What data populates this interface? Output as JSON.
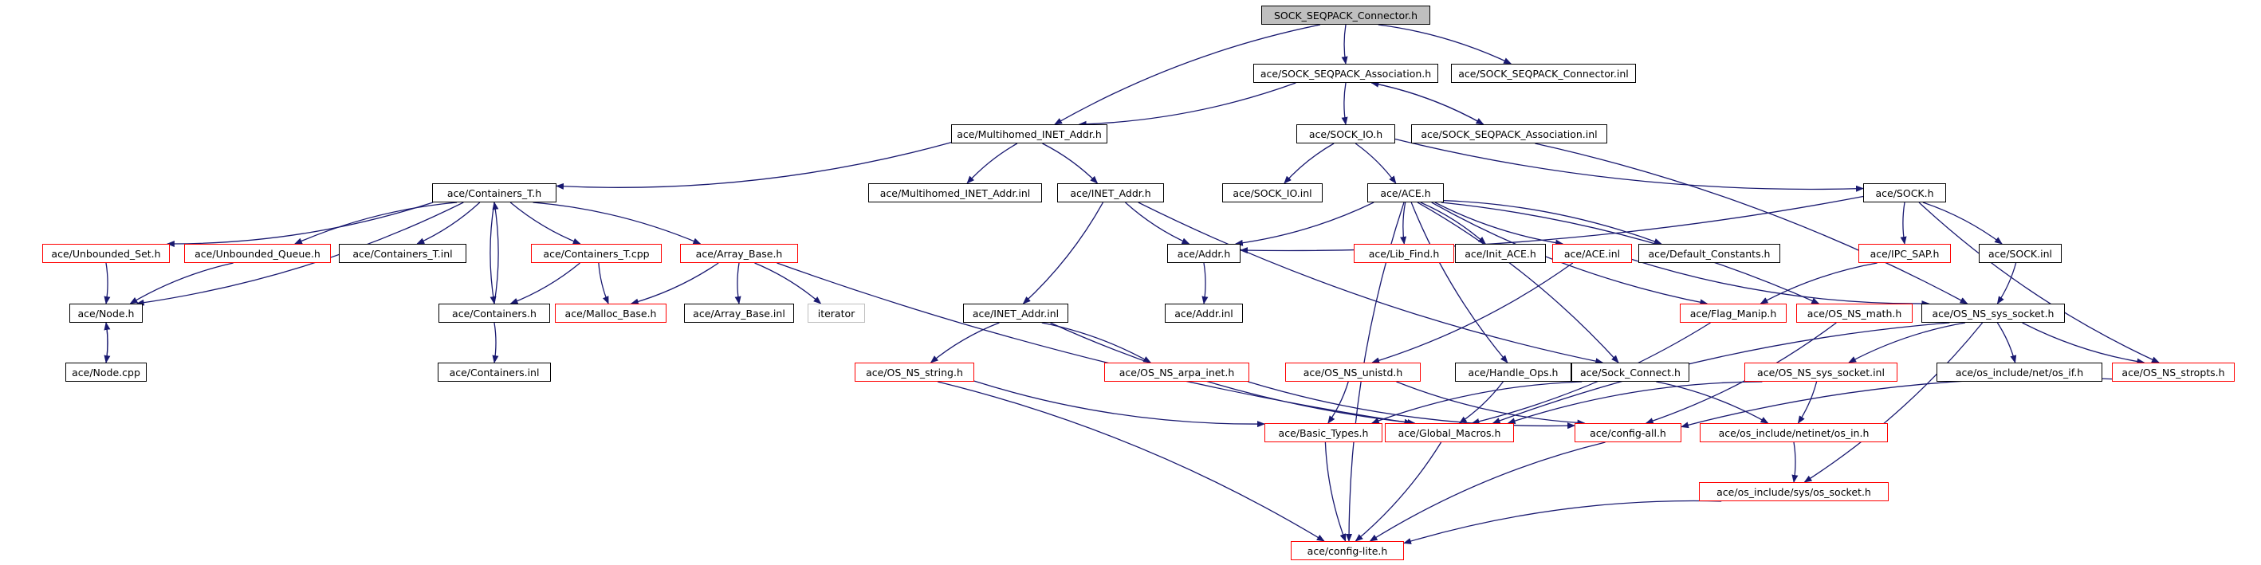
{
  "colors": {
    "background": "#ffffff",
    "edge": "#191970",
    "border_default": "#000000",
    "border_incomplete": "#ff0000",
    "border_external": "#bfbfbf",
    "root_fill": "#bfbfbf"
  },
  "graph": {
    "root": "SOCK_SEQPACK_Connector.h",
    "nodes": [
      {
        "id": "root",
        "label": "SOCK_SEQPACK_Connector.h",
        "style": "root"
      },
      {
        "id": "assoc_h",
        "label": "ace/SOCK_SEQPACK_Association.h",
        "style": "black"
      },
      {
        "id": "conn_inl",
        "label": "ace/SOCK_SEQPACK_Connector.inl",
        "style": "black"
      },
      {
        "id": "mh_inet_h",
        "label": "ace/Multihomed_INET_Addr.h",
        "style": "black"
      },
      {
        "id": "sock_io_h",
        "label": "ace/SOCK_IO.h",
        "style": "black"
      },
      {
        "id": "assoc_inl",
        "label": "ace/SOCK_SEQPACK_Association.inl",
        "style": "black"
      },
      {
        "id": "cont_t_h",
        "label": "ace/Containers_T.h",
        "style": "black"
      },
      {
        "id": "mh_inet_inl",
        "label": "ace/Multihomed_INET_Addr.inl",
        "style": "black"
      },
      {
        "id": "inet_h",
        "label": "ace/INET_Addr.h",
        "style": "black"
      },
      {
        "id": "sock_io_inl",
        "label": "ace/SOCK_IO.inl",
        "style": "black"
      },
      {
        "id": "ace_h",
        "label": "ace/ACE.h",
        "style": "black"
      },
      {
        "id": "sock_h",
        "label": "ace/SOCK.h",
        "style": "black"
      },
      {
        "id": "unb_set",
        "label": "ace/Unbounded_Set.h",
        "style": "red"
      },
      {
        "id": "unb_queue",
        "label": "ace/Unbounded_Queue.h",
        "style": "red"
      },
      {
        "id": "cont_t_inl",
        "label": "ace/Containers_T.inl",
        "style": "black"
      },
      {
        "id": "cont_t_cpp",
        "label": "ace/Containers_T.cpp",
        "style": "red"
      },
      {
        "id": "array_base_h",
        "label": "ace/Array_Base.h",
        "style": "red"
      },
      {
        "id": "addr_h",
        "label": "ace/Addr.h",
        "style": "black"
      },
      {
        "id": "lib_find",
        "label": "ace/Lib_Find.h",
        "style": "red"
      },
      {
        "id": "init_ace",
        "label": "ace/Init_ACE.h",
        "style": "black"
      },
      {
        "id": "ace_inl",
        "label": "ace/ACE.inl",
        "style": "red"
      },
      {
        "id": "def_const",
        "label": "ace/Default_Constants.h",
        "style": "black"
      },
      {
        "id": "ipc_sap",
        "label": "ace/IPC_SAP.h",
        "style": "red"
      },
      {
        "id": "sock_inl",
        "label": "ace/SOCK.inl",
        "style": "black"
      },
      {
        "id": "node_h",
        "label": "ace/Node.h",
        "style": "black"
      },
      {
        "id": "containers_h",
        "label": "ace/Containers.h",
        "style": "black"
      },
      {
        "id": "malloc_base",
        "label": "ace/Malloc_Base.h",
        "style": "red"
      },
      {
        "id": "array_base_inl",
        "label": "ace/Array_Base.inl",
        "style": "black"
      },
      {
        "id": "iterator",
        "label": "iterator",
        "style": "gray"
      },
      {
        "id": "addr_inl",
        "label": "ace/Addr.inl",
        "style": "black"
      },
      {
        "id": "inet_inl",
        "label": "ace/INET_Addr.inl",
        "style": "black"
      },
      {
        "id": "flag_manip",
        "label": "ace/Flag_Manip.h",
        "style": "red"
      },
      {
        "id": "os_math",
        "label": "ace/OS_NS_math.h",
        "style": "red"
      },
      {
        "id": "os_sys_socket",
        "label": "ace/OS_NS_sys_socket.h",
        "style": "black"
      },
      {
        "id": "node_cpp",
        "label": "ace/Node.cpp",
        "style": "black"
      },
      {
        "id": "containers_inl",
        "label": "ace/Containers.inl",
        "style": "black"
      },
      {
        "id": "os_string",
        "label": "ace/OS_NS_string.h",
        "style": "red"
      },
      {
        "id": "os_arpa",
        "label": "ace/OS_NS_arpa_inet.h",
        "style": "red"
      },
      {
        "id": "os_unistd",
        "label": "ace/OS_NS_unistd.h",
        "style": "red"
      },
      {
        "id": "handle_ops",
        "label": "ace/Handle_Ops.h",
        "style": "black"
      },
      {
        "id": "sock_connect",
        "label": "ace/Sock_Connect.h",
        "style": "black"
      },
      {
        "id": "os_sys_socket_inl",
        "label": "ace/OS_NS_sys_socket.inl",
        "style": "red"
      },
      {
        "id": "os_if",
        "label": "ace/os_include/net/os_if.h",
        "style": "black"
      },
      {
        "id": "os_stropts",
        "label": "ace/OS_NS_stropts.h",
        "style": "red"
      },
      {
        "id": "basic_types",
        "label": "ace/Basic_Types.h",
        "style": "red"
      },
      {
        "id": "global_macros",
        "label": "ace/Global_Macros.h",
        "style": "red"
      },
      {
        "id": "config_all",
        "label": "ace/config-all.h",
        "style": "red"
      },
      {
        "id": "os_in",
        "label": "ace/os_include/netinet/os_in.h",
        "style": "red"
      },
      {
        "id": "os_socket",
        "label": "ace/os_include/sys/os_socket.h",
        "style": "red"
      },
      {
        "id": "config_lite",
        "label": "ace/config-lite.h",
        "style": "red"
      }
    ],
    "edges": [
      [
        "root",
        "assoc_h"
      ],
      [
        "root",
        "conn_inl"
      ],
      [
        "root",
        "mh_inet_h"
      ],
      [
        "assoc_h",
        "mh_inet_h"
      ],
      [
        "assoc_h",
        "sock_io_h"
      ],
      [
        "assoc_h",
        "assoc_inl"
      ],
      [
        "assoc_inl",
        "assoc_h"
      ],
      [
        "mh_inet_h",
        "cont_t_h"
      ],
      [
        "mh_inet_h",
        "mh_inet_inl"
      ],
      [
        "mh_inet_h",
        "inet_h"
      ],
      [
        "sock_io_h",
        "sock_io_inl"
      ],
      [
        "sock_io_h",
        "ace_h"
      ],
      [
        "sock_io_h",
        "sock_h"
      ],
      [
        "cont_t_h",
        "unb_set"
      ],
      [
        "cont_t_h",
        "unb_queue"
      ],
      [
        "cont_t_h",
        "cont_t_inl"
      ],
      [
        "cont_t_h",
        "cont_t_cpp"
      ],
      [
        "cont_t_h",
        "array_base_h"
      ],
      [
        "cont_t_h",
        "containers_h"
      ],
      [
        "cont_t_h",
        "node_h"
      ],
      [
        "containers_h",
        "cont_t_h"
      ],
      [
        "unb_set",
        "node_h"
      ],
      [
        "unb_queue",
        "node_h"
      ],
      [
        "node_h",
        "node_cpp"
      ],
      [
        "node_cpp",
        "node_h"
      ],
      [
        "cont_t_cpp",
        "containers_h"
      ],
      [
        "cont_t_cpp",
        "malloc_base"
      ],
      [
        "array_base_h",
        "malloc_base"
      ],
      [
        "array_base_h",
        "array_base_inl"
      ],
      [
        "array_base_h",
        "iterator"
      ],
      [
        "array_base_h",
        "global_macros"
      ],
      [
        "containers_h",
        "containers_inl"
      ],
      [
        "inet_h",
        "addr_h"
      ],
      [
        "inet_h",
        "inet_inl"
      ],
      [
        "inet_h",
        "sock_connect"
      ],
      [
        "addr_h",
        "addr_inl"
      ],
      [
        "inet_inl",
        "os_string"
      ],
      [
        "inet_inl",
        "os_arpa"
      ],
      [
        "inet_inl",
        "global_macros"
      ],
      [
        "ace_h",
        "addr_h"
      ],
      [
        "ace_h",
        "lib_find"
      ],
      [
        "ace_h",
        "init_ace"
      ],
      [
        "ace_h",
        "ace_inl"
      ],
      [
        "ace_h",
        "def_const"
      ],
      [
        "ace_h",
        "flag_manip"
      ],
      [
        "ace_h",
        "os_math"
      ],
      [
        "ace_h",
        "handle_ops"
      ],
      [
        "ace_h",
        "sock_connect"
      ],
      [
        "ace_h",
        "config_lite"
      ],
      [
        "ace_inl",
        "os_unistd"
      ],
      [
        "ace_inl",
        "os_sys_socket"
      ],
      [
        "sock_h",
        "addr_h"
      ],
      [
        "sock_h",
        "ipc_sap"
      ],
      [
        "sock_h",
        "sock_inl"
      ],
      [
        "sock_h",
        "os_stropts"
      ],
      [
        "assoc_inl",
        "os_sys_socket"
      ],
      [
        "ipc_sap",
        "flag_manip"
      ],
      [
        "sock_inl",
        "os_sys_socket"
      ],
      [
        "os_sys_socket",
        "os_sys_socket_inl"
      ],
      [
        "os_sys_socket",
        "os_if"
      ],
      [
        "os_sys_socket",
        "os_stropts"
      ],
      [
        "os_sys_socket",
        "os_socket"
      ],
      [
        "os_sys_socket",
        "global_macros"
      ],
      [
        "os_sys_socket_inl",
        "os_in"
      ],
      [
        "os_sys_socket_inl",
        "global_macros"
      ],
      [
        "os_math",
        "config_all"
      ],
      [
        "os_stropts",
        "config_all"
      ],
      [
        "flag_manip",
        "global_macros"
      ],
      [
        "os_string",
        "basic_types"
      ],
      [
        "os_string",
        "config_lite"
      ],
      [
        "os_arpa",
        "config_all"
      ],
      [
        "os_unistd",
        "basic_types"
      ],
      [
        "os_unistd",
        "config_all"
      ],
      [
        "handle_ops",
        "global_macros"
      ],
      [
        "sock_connect",
        "basic_types"
      ],
      [
        "sock_connect",
        "os_in"
      ],
      [
        "basic_types",
        "config_lite"
      ],
      [
        "global_macros",
        "config_lite"
      ],
      [
        "config_all",
        "config_lite"
      ],
      [
        "os_in",
        "os_socket"
      ],
      [
        "os_socket",
        "config_lite"
      ]
    ]
  }
}
